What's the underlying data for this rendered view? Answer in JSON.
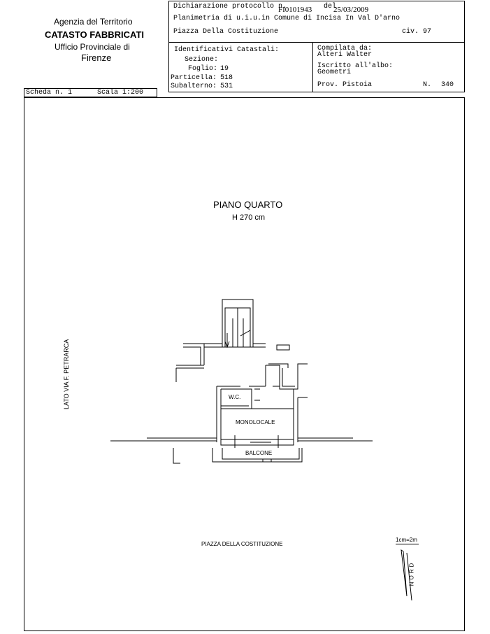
{
  "agency": {
    "line1": "Agenzia del Territorio",
    "line2": "CATASTO FABBRICATI",
    "line3": "Ufficio Provinciale di",
    "line4": "Firenze"
  },
  "header": {
    "dichiarazione_label": "Dichiarazione protocollo n.",
    "protocol_number": "FI0101943",
    "del_label": "del",
    "date": "25/03/2009",
    "planimetria": "Planimetria di u.i.u.in Comune di Incisa In Val D'arno",
    "address": "Piazza Della Costituzione",
    "civ": "civ. 97"
  },
  "identificativi": {
    "title": "Identificativi Catastali:",
    "sezione_label": "Sezione:",
    "sezione_value": "",
    "foglio_label": "Foglio:",
    "foglio_value": "19",
    "particella_label": "Particella:",
    "particella_value": "518",
    "subalterno_label": "Subalterno:",
    "subalterno_value": "531"
  },
  "compilata": {
    "title": "Compilata da:",
    "name": "Alteri Walter",
    "iscritto": "Iscritto all'albo:",
    "albo": "Geometri",
    "prov": "Prov. Pistoia",
    "n_label": "N.",
    "n_value": "340"
  },
  "scheda": {
    "label": "Scheda n. 1",
    "scala": "Scala 1:200"
  },
  "plan": {
    "title": "PIANO QUARTO",
    "height": "H 270 cm",
    "side_label": "LATO VIA F. PETRARCA",
    "wc": "W.C.",
    "monolocale": "MONOLOCALE",
    "balcone": "BALCONE",
    "street": "PIAZZA DELLA COSTITUZIONE",
    "scale_note": "1cm=2m",
    "nord": "NORD"
  }
}
